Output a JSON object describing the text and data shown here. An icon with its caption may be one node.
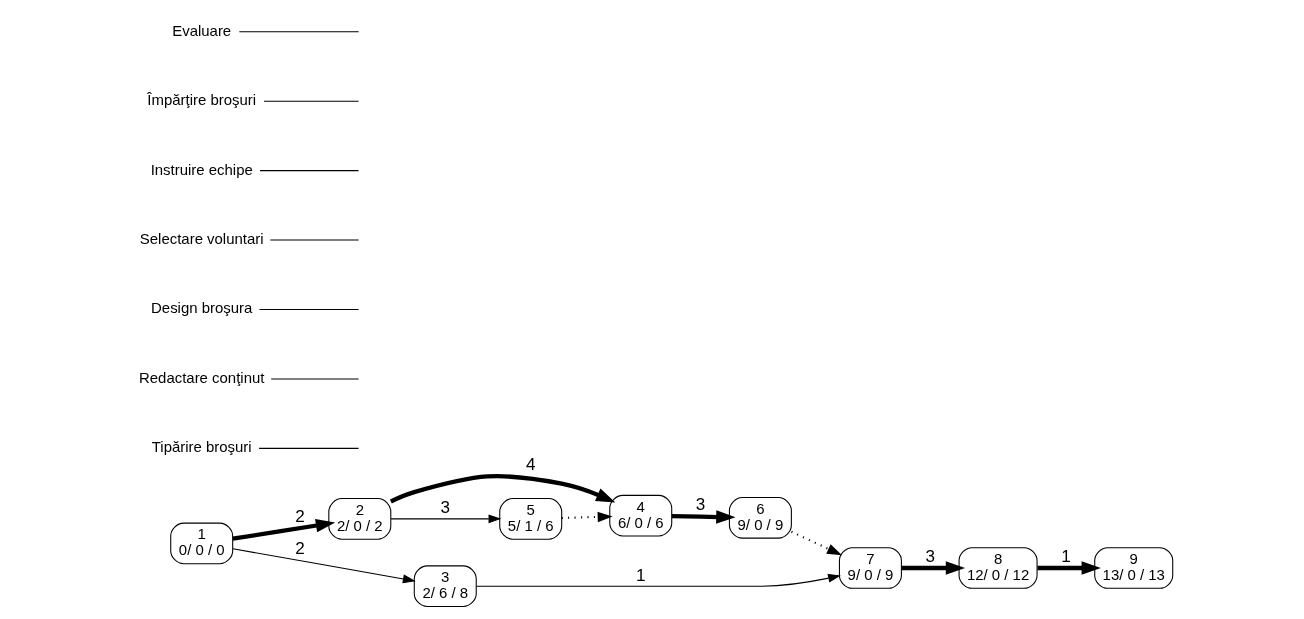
{
  "diagram": {
    "nodes": [
      {
        "text": [
          "1",
          "0/ 0 / 0"
        ]
      },
      {
        "text": [
          "2",
          "2/ 0 / 2"
        ]
      },
      {
        "text": [
          "3",
          "2/ 6 / 8"
        ]
      },
      {
        "text": [
          "4",
          "6/ 0 / 6"
        ]
      },
      {
        "text": [
          "5",
          "5/ 1 / 6"
        ]
      },
      {
        "text": [
          "6",
          "9/ 0 / 9"
        ]
      },
      {
        "text": [
          "7",
          "9/ 0 / 9"
        ]
      },
      {
        "text": [
          "8",
          "12/ 0 / 12"
        ]
      },
      {
        "text": [
          "9",
          "13/ 0 / 13"
        ]
      },
      {
        "text": [
          "Tipărire broşuri"
        ]
      },
      {
        "text": [
          "Redactare conţinut"
        ]
      },
      {
        "text": [
          "Design broşura"
        ]
      },
      {
        "text": [
          "Selectare voluntari"
        ]
      },
      {
        "text": [
          "Instruire echipe"
        ]
      },
      {
        "text": [
          "Împărţire broşuri"
        ]
      },
      {
        "text": [
          "Evaluare"
        ]
      }
    ],
    "edges": [
      {
        "from": 0,
        "to": 1,
        "arrow": "to",
        "label": "2",
        "style": "thick"
      },
      {
        "from": 0,
        "to": 2,
        "arrow": "to",
        "label": "2"
      },
      {
        "from": 1,
        "to": 3,
        "arrow": "to",
        "label": "4",
        "style": "thick"
      },
      {
        "from": 1,
        "to": 4,
        "arrow": "to",
        "label": "3"
      },
      {
        "from": 4,
        "to": 3,
        "arrow": "to",
        "style": "dashed"
      },
      {
        "from": 3,
        "to": 5,
        "arrow": "to",
        "label": "3",
        "style": "thick"
      },
      {
        "from": 5,
        "to": 6,
        "arrow": "to",
        "style": "dashed"
      },
      {
        "from": 2,
        "to": 6,
        "arrow": "to",
        "label": "1"
      },
      {
        "from": 6,
        "to": 7,
        "arrow": "to",
        "label": "3",
        "style": "thick"
      },
      {
        "from": 7,
        "to": 8,
        "arrow": "to",
        "label": "1",
        "style": "thick"
      },
      {
        "from": 9,
        "to": null,
        "arrow": "none"
      },
      {
        "from": 10,
        "to": null,
        "arrow": "none"
      },
      {
        "from": 11,
        "to": null,
        "arrow": "none"
      },
      {
        "from": 12,
        "to": null,
        "arrow": "none"
      },
      {
        "from": 13,
        "to": null,
        "arrow": "none"
      },
      {
        "from": 14,
        "to": null,
        "arrow": "none"
      },
      {
        "from": 15,
        "to": null,
        "arrow": "none"
      }
    ]
  }
}
